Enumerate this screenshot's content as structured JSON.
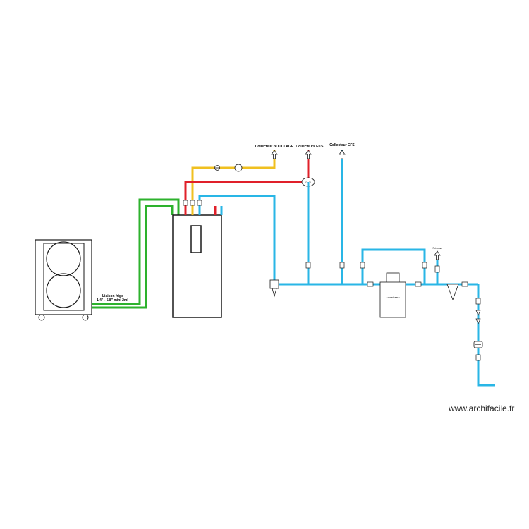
{
  "labels": {
    "collecteur_bouclage": "Collecteur BOUCLAGE",
    "collecteur_ecs": "Collecteurs ECS",
    "collecteur_efs": "Collecteur EFS",
    "liaison_frigo_title": "Liaison frigo",
    "liaison_frigo_spec": "1/4\" - 5/8\" mini 2ml",
    "adoucisseur": "Adoucisseur",
    "reseau": "Réseau",
    "pump_label": "c-r-m",
    "watermark": "www.archifacile.fr"
  },
  "colors": {
    "cold_water": "#29b6e6",
    "hot_water": "#e0202a",
    "loop": "#f0c020",
    "refrigerant": "#2db22d",
    "outline": "#1a1a1a"
  },
  "icons": [
    "heat-pump-outdoor-unit",
    "fan-icon",
    "hot-water-cylinder",
    "valve-icon",
    "pump-icon",
    "water-softener",
    "expansion-vessel",
    "arrow-up-icon"
  ]
}
